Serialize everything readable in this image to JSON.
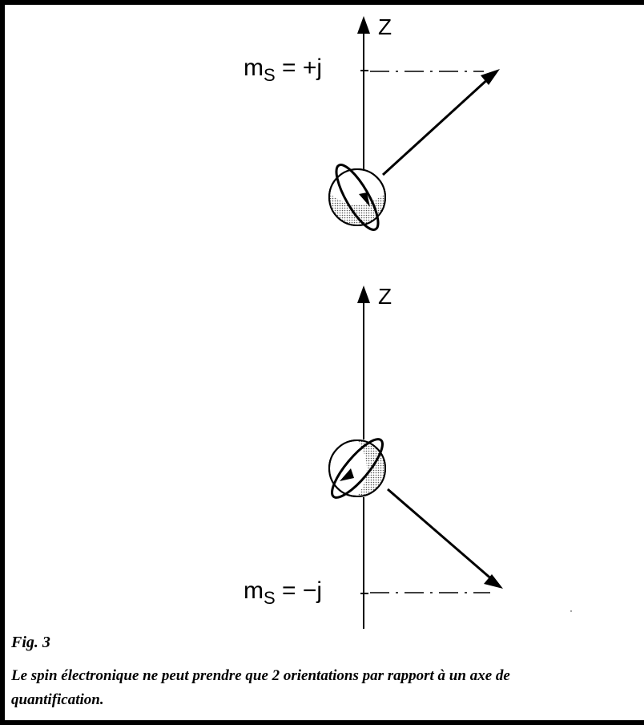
{
  "figure": {
    "top_diagram": {
      "axis_label": "Z",
      "ms_symbol": "m",
      "ms_sub": "S",
      "ms_value": " = +j"
    },
    "bottom_diagram": {
      "axis_label": "Z",
      "ms_symbol": "m",
      "ms_sub": "S",
      "ms_value": " = −j"
    }
  },
  "caption": {
    "label": "Fig. 3",
    "line1": "Le spin électronique ne peut prendre que 2 orientations par rapport à un axe de",
    "line2": "quantification."
  }
}
